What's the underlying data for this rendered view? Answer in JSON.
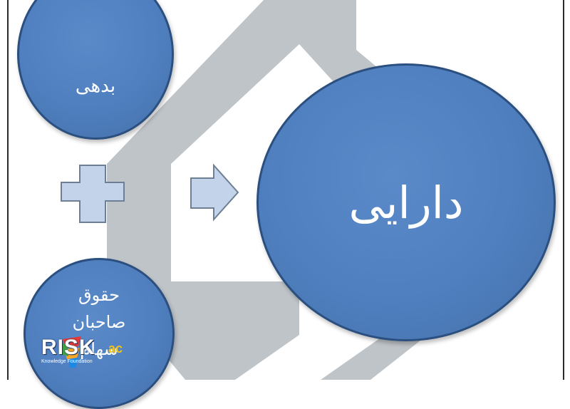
{
  "labels": {
    "debt": "بدهی",
    "asset": "دارایی",
    "equity_line1": "حقوق",
    "equity_line2": "صاحبان",
    "equity_line3": "سهام"
  },
  "logo": {
    "brand": "RISK",
    "suffix": "ac",
    "tagline": "Knowledge Foundation"
  },
  "colors": {
    "circle": "#4f7fbf",
    "house": "#bfc4c8",
    "symbol": "#c3d3e9"
  }
}
